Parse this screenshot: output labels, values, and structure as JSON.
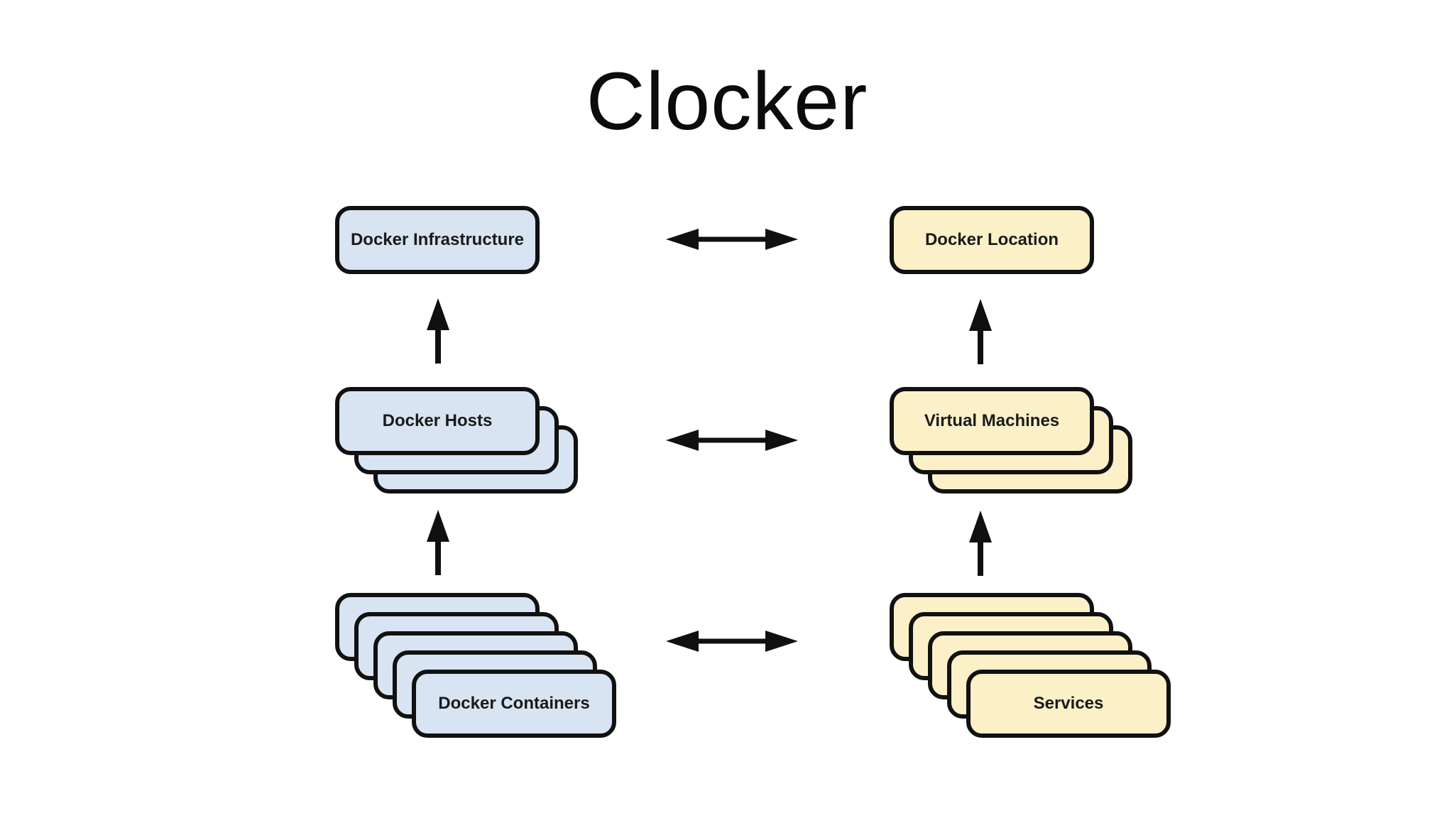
{
  "title": "Clocker",
  "colors": {
    "blue_fill": "#D8E4F2",
    "yellow_fill": "#FBF0C8",
    "outline": "#111111",
    "background": "#FFFFFF",
    "text": "#1A1A1A"
  },
  "diagram": {
    "left_column": {
      "top": {
        "label": "Docker Infrastructure",
        "stack_count": 1
      },
      "middle": {
        "label": "Docker Hosts",
        "stack_count": 3
      },
      "bottom": {
        "label": "Docker Containers",
        "stack_count": 5
      }
    },
    "right_column": {
      "top": {
        "label": "Docker Location",
        "stack_count": 1
      },
      "middle": {
        "label": "Virtual Machines",
        "stack_count": 3
      },
      "bottom": {
        "label": "Services",
        "stack_count": 5
      }
    },
    "relations": {
      "vertical_icon": "up-arrow",
      "horizontal_icon": "double-headed-arrow"
    }
  }
}
